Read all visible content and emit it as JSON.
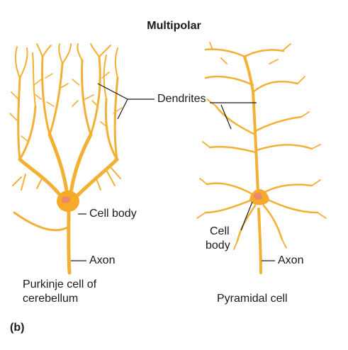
{
  "figure": {
    "title": "Multipolar",
    "panel_label": "(b)",
    "labels": {
      "dendrites": "Dendrites",
      "purkinje_cell_body": "Cell body",
      "purkinje_axon": "Axon",
      "pyramidal_cell_body_line1": "Cell",
      "pyramidal_cell_body_line2": "body",
      "pyramidal_axon": "Axon"
    },
    "captions": {
      "purkinje_line1": "Purkinje cell of",
      "purkinje_line2": "cerebellum",
      "pyramidal": "Pyramidal cell"
    },
    "colors": {
      "neuron": "#f2b135",
      "neuron_dark": "#d9921a",
      "soma": "#f7a92a",
      "nucleus": "#e98a6f",
      "leader_line": "#1a1a1a"
    }
  }
}
